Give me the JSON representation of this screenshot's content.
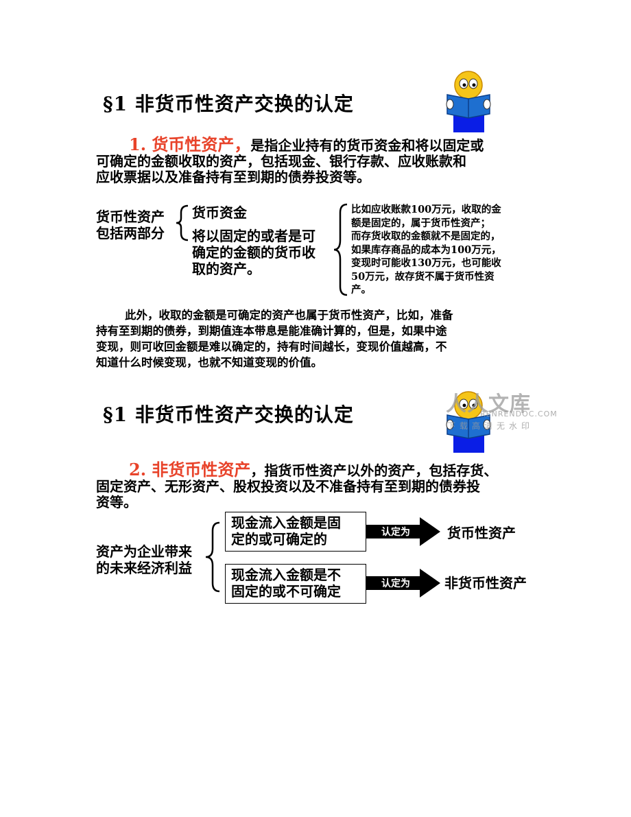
{
  "section1": {
    "title": "§1 非货币性资产交换的认定",
    "heading": "1. 货币性资产，",
    "para_line1_rest": "是指企业持有的货币资金和将以固定或",
    "para_line2": "可确定的金额收取的资产，包括现金、银行存款、应收账款和",
    "para_line3": "应收票据以及准备持有至到期的债券投资等。",
    "left_label_line1": "货币性资产",
    "left_label_line2": "包括两部分",
    "part1": "货币资金",
    "part2_line1": "将以固定的或者是可",
    "part2_line2": "确定的金额的货币收",
    "part2_line3": "取的资产。",
    "note_lines": [
      "比如应收账款100万元，收取的金",
      "额是固定的，属于货币性资产；",
      "而存货收取的金额就不是固定的，",
      "如果库存商品的成本为100万元，",
      "变现时可能收130万元，也可能收",
      "50万元，故存货不属于货币性资",
      "产。"
    ],
    "extra_lines": [
      "此外，收取的金额是可确定的资产也属于货币性资产，比如，准备",
      "持有至到期的债券，到期值连本带息是能准确计算的，但是，如果中途",
      "变现，则可收回金额是难以确定的，持有时间越长，变现价值越高，不",
      "知道什么时候变现，也就不知道变现的价值。"
    ]
  },
  "section2": {
    "title": "§1 非货币性资产交换的认定",
    "heading": "2. 非货币性资产",
    "para_line1_rest": "，指货币性资产以外的资产，包括存货、",
    "para_line2": "固定资产、无形资产、股权投资以及不准备持有至到期的债券投",
    "para_line3": "资等。",
    "left_label_line1": "资产为企业带来",
    "left_label_line2": "的未来经济利益",
    "box1_line1": "现金流入金额是固",
    "box1_line2": "定的或可确定的",
    "box2_line1": "现金流入金额是不",
    "box2_line2": "固定的或不可确定",
    "arrow1_label": "认定为",
    "arrow2_label": "认定为",
    "result1": "货币性资产",
    "result2": "非货币性资产"
  },
  "watermark": {
    "brand": "人人文库",
    "site": "RENRENDOC.COM",
    "tagline": "下载高清无水印"
  },
  "colors": {
    "accent_red": "#e8432a",
    "book_blue": "#1e6fd0",
    "pillar_blue": "#0a1ee6",
    "face_yellow": "#f5c518"
  }
}
